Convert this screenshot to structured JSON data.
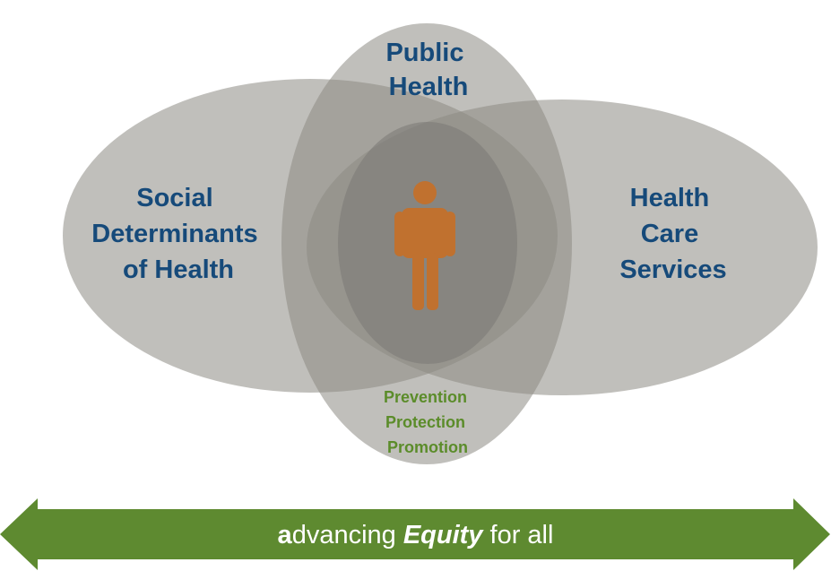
{
  "diagram": {
    "circles": {
      "public_health": {
        "lines": [
          "Public",
          "Health"
        ]
      },
      "social_determinants": {
        "lines": [
          "Social",
          "Determinants",
          "of Health"
        ]
      },
      "health_care": {
        "lines": [
          "Health",
          "Care",
          "Services"
        ]
      }
    },
    "outcomes": [
      "Prevention",
      "Protection",
      "Promotion"
    ],
    "center_icon": "person-icon"
  },
  "banner": {
    "lead_letter": "a",
    "lead_rest": "dvancing ",
    "emphasis": "Equity",
    "tail": " for all"
  },
  "colors": {
    "oval_fill": "#8c8a84",
    "label_blue": "#164a7a",
    "outcome_green": "#5b8c2a",
    "person_orange": "#c0712f",
    "banner_green": "#5e8a30"
  }
}
